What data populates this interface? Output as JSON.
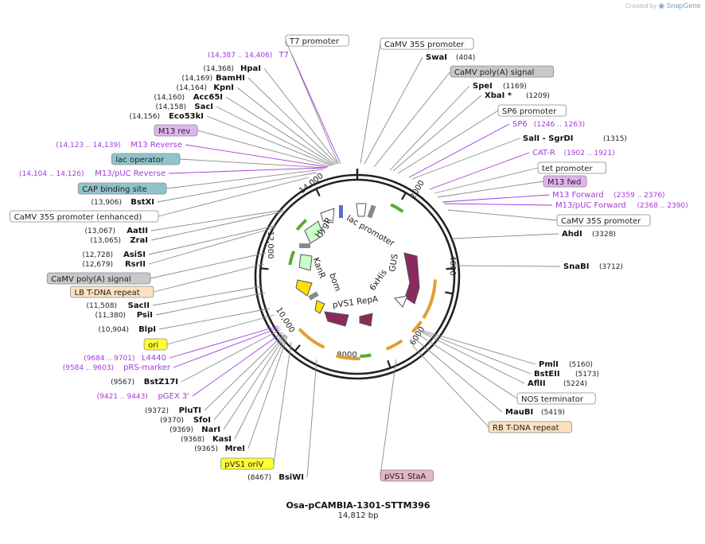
{
  "credit": {
    "created_by": "Created by",
    "product": "SnapGene"
  },
  "plasmid": {
    "name": "Osa-pCAMBIA-1301-STTM396",
    "size_label": "14,812 bp",
    "length": 14812
  },
  "ticks": [
    "2000",
    "4000",
    "6000",
    "8000",
    "10,000",
    "12,000",
    "14,000"
  ],
  "colors": {
    "purple_text": "#a43ad8",
    "feature_dark": "#8b2a5e",
    "feature_orange": "#e0a030",
    "feature_green": "#5aaa3a",
    "box_grey": "#c8c8c8",
    "box_purple": "#e0b4f0",
    "box_teal": "#8ec4cc",
    "box_peach": "#fde0c0",
    "box_yellow": "#ffff30",
    "box_pink": "#e4b4c8"
  },
  "inner_labels": [
    "lac promoter",
    "HygR",
    "KanR",
    "bom",
    "GUS",
    "6xHis",
    "pVS1 RepA"
  ],
  "left_labels": [
    {
      "pos": "(14,387 .. 14,406)",
      "name": "T7",
      "style": "purple"
    },
    {
      "pos": "(14,368)",
      "name": "HpaI",
      "style": "enzyme"
    },
    {
      "pos": "(14,169)",
      "name": "BamHI",
      "style": "enzyme"
    },
    {
      "pos": "(14,164)",
      "name": "KpnI",
      "style": "enzyme"
    },
    {
      "pos": "(14,160)",
      "name": "Acc65I",
      "style": "enzyme"
    },
    {
      "pos": "(14,158)",
      "name": "SacI",
      "style": "enzyme"
    },
    {
      "pos": "(14,156)",
      "name": "Eco53kI",
      "style": "enzyme"
    },
    {
      "pos": "",
      "name": "M13 rev",
      "style": "box_purple"
    },
    {
      "pos": "(14,123 .. 14,139)",
      "name": "M13 Reverse",
      "style": "purple"
    },
    {
      "pos": "",
      "name": "lac operator",
      "style": "box_teal"
    },
    {
      "pos": "(14,104 .. 14,126)",
      "name": "M13/pUC Reverse",
      "style": "purple"
    },
    {
      "pos": "",
      "name": "CAP binding site",
      "style": "box_teal"
    },
    {
      "pos": "(13,906)",
      "name": "BstXI",
      "style": "enzyme"
    },
    {
      "pos": "",
      "name": "CaMV 35S promoter (enhanced)",
      "style": "box_white"
    },
    {
      "pos": "(13,067)",
      "name": "AatII",
      "style": "enzyme"
    },
    {
      "pos": "(13,065)",
      "name": "ZraI",
      "style": "enzyme"
    },
    {
      "pos": "(12,728)",
      "name": "AsiSI",
      "style": "enzyme"
    },
    {
      "pos": "(12,679)",
      "name": "RsrII",
      "style": "enzyme"
    },
    {
      "pos": "",
      "name": "CaMV poly(A) signal",
      "style": "box_grey"
    },
    {
      "pos": "",
      "name": "LB T-DNA repeat",
      "style": "box_peach"
    },
    {
      "pos": "(11,508)",
      "name": "SacII",
      "style": "enzyme"
    },
    {
      "pos": "(11,380)",
      "name": "PsiI",
      "style": "enzyme"
    },
    {
      "pos": "(10,904)",
      "name": "BlpI",
      "style": "enzyme"
    },
    {
      "pos": "",
      "name": "ori",
      "style": "box_yellow"
    },
    {
      "pos": "(9684 .. 9701)",
      "name": "L4440",
      "style": "purple"
    },
    {
      "pos": "(9584 .. 9603)",
      "name": "pRS-marker",
      "style": "purple"
    },
    {
      "pos": "(9567)",
      "name": "BstZ17I",
      "style": "enzyme"
    },
    {
      "pos": "(9421 .. 9443)",
      "name": "pGEX 3'",
      "style": "purple"
    },
    {
      "pos": "(9372)",
      "name": "PluTI",
      "style": "enzyme"
    },
    {
      "pos": "(9370)",
      "name": "SfoI",
      "style": "enzyme"
    },
    {
      "pos": "(9369)",
      "name": "NarI",
      "style": "enzyme"
    },
    {
      "pos": "(9368)",
      "name": "KasI",
      "style": "enzyme"
    },
    {
      "pos": "(9365)",
      "name": "MreI",
      "style": "enzyme"
    },
    {
      "pos": "",
      "name": "pVS1 oriV",
      "style": "box_yellow"
    },
    {
      "pos": "(8467)",
      "name": "BsiWI",
      "style": "enzyme"
    }
  ],
  "right_labels": [
    {
      "pos": "",
      "name": "T7 promoter",
      "style": "box_white"
    },
    {
      "pos": "",
      "name": "CaMV 35S promoter",
      "style": "box_white"
    },
    {
      "pos": "(404)",
      "name": "SwaI",
      "style": "enzyme"
    },
    {
      "pos": "",
      "name": "CaMV poly(A) signal",
      "style": "box_grey"
    },
    {
      "pos": "(1169)",
      "name": "SpeI",
      "style": "enzyme"
    },
    {
      "pos": "(1209)",
      "name": "XbaI *",
      "style": "enzyme"
    },
    {
      "pos": "",
      "name": "SP6 promoter",
      "style": "box_white"
    },
    {
      "pos": "(1246 .. 1263)",
      "name": "SP6",
      "style": "purple"
    },
    {
      "pos": "(1315)",
      "name": "SalI  - SgrDI",
      "style": "enzyme"
    },
    {
      "pos": "(1902 .. 1921)",
      "name": "CAT-R",
      "style": "purple"
    },
    {
      "pos": "",
      "name": "tet promoter",
      "style": "box_white"
    },
    {
      "pos": "",
      "name": "M13 fwd",
      "style": "box_purple"
    },
    {
      "pos": "(2359 .. 2376)",
      "name": "M13 Forward",
      "style": "purple"
    },
    {
      "pos": "(2368 .. 2390)",
      "name": "M13/pUC Forward",
      "style": "purple"
    },
    {
      "pos": "",
      "name": "CaMV 35S promoter",
      "style": "box_white"
    },
    {
      "pos": "(3328)",
      "name": "AhdI",
      "style": "enzyme"
    },
    {
      "pos": "(3712)",
      "name": "SnaBI",
      "style": "enzyme"
    },
    {
      "pos": "(5160)",
      "name": "PmlI",
      "style": "enzyme"
    },
    {
      "pos": "(5173)",
      "name": "BstEII",
      "style": "enzyme"
    },
    {
      "pos": "(5224)",
      "name": "AflII",
      "style": "enzyme"
    },
    {
      "pos": "",
      "name": "NOS terminator",
      "style": "box_white"
    },
    {
      "pos": "(5419)",
      "name": "MauBI",
      "style": "enzyme"
    },
    {
      "pos": "",
      "name": "RB T-DNA repeat",
      "style": "box_peach"
    },
    {
      "pos": "",
      "name": "pVS1 StaA",
      "style": "box_pink"
    }
  ]
}
